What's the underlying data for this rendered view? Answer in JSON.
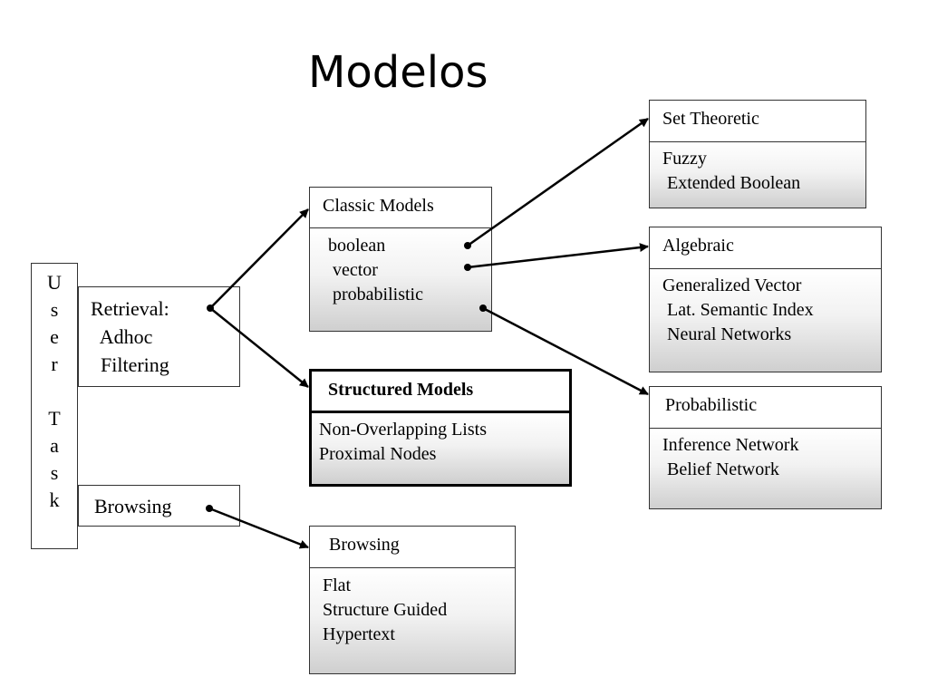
{
  "title": "Modelos",
  "user_task": {
    "letters": [
      "U",
      "s",
      "e",
      "r",
      "",
      "T",
      "a",
      "s",
      "k"
    ]
  },
  "retrieval": {
    "lines": [
      "Retrieval:",
      "  Adhoc",
      "  Filtering"
    ]
  },
  "browsing_task": {
    "label": "Browsing"
  },
  "classic_models": {
    "header": "Classic Models",
    "items": [
      "boolean",
      " vector",
      " probabilistic"
    ]
  },
  "structured_models": {
    "header": "Structured Models",
    "items": [
      "Non-Overlapping Lists",
      "Proximal Nodes"
    ]
  },
  "browsing_models": {
    "header": "Browsing",
    "items": [
      "Flat",
      "Structure Guided",
      "Hypertext"
    ]
  },
  "set_theoretic": {
    "header": "Set Theoretic",
    "items": [
      "Fuzzy",
      " Extended Boolean"
    ]
  },
  "algebraic": {
    "header": "Algebraic",
    "items": [
      "Generalized Vector",
      " Lat. Semantic Index",
      " Neural Networks"
    ]
  },
  "probabilistic": {
    "header": "Probabilistic",
    "items": [
      "Inference Network",
      " Belief Network"
    ]
  }
}
